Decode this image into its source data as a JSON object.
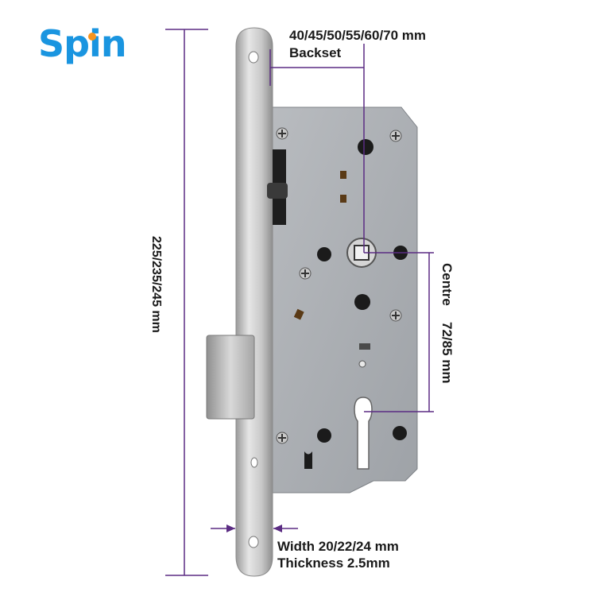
{
  "brand": {
    "logo_text": "Spin",
    "primary_color": "#1a95e0",
    "accent_color": "#f7941d"
  },
  "dimension_color": "#5b2c83",
  "annotations": {
    "backset_value": "40/45/50/55/60/70 mm",
    "backset_label": "Backset",
    "height": "225/235/245 mm",
    "centre_label": "Centre",
    "centre_value": "72/85 mm",
    "width": "Width 20/22/24 mm",
    "thickness": "Thickness 2.5mm"
  }
}
